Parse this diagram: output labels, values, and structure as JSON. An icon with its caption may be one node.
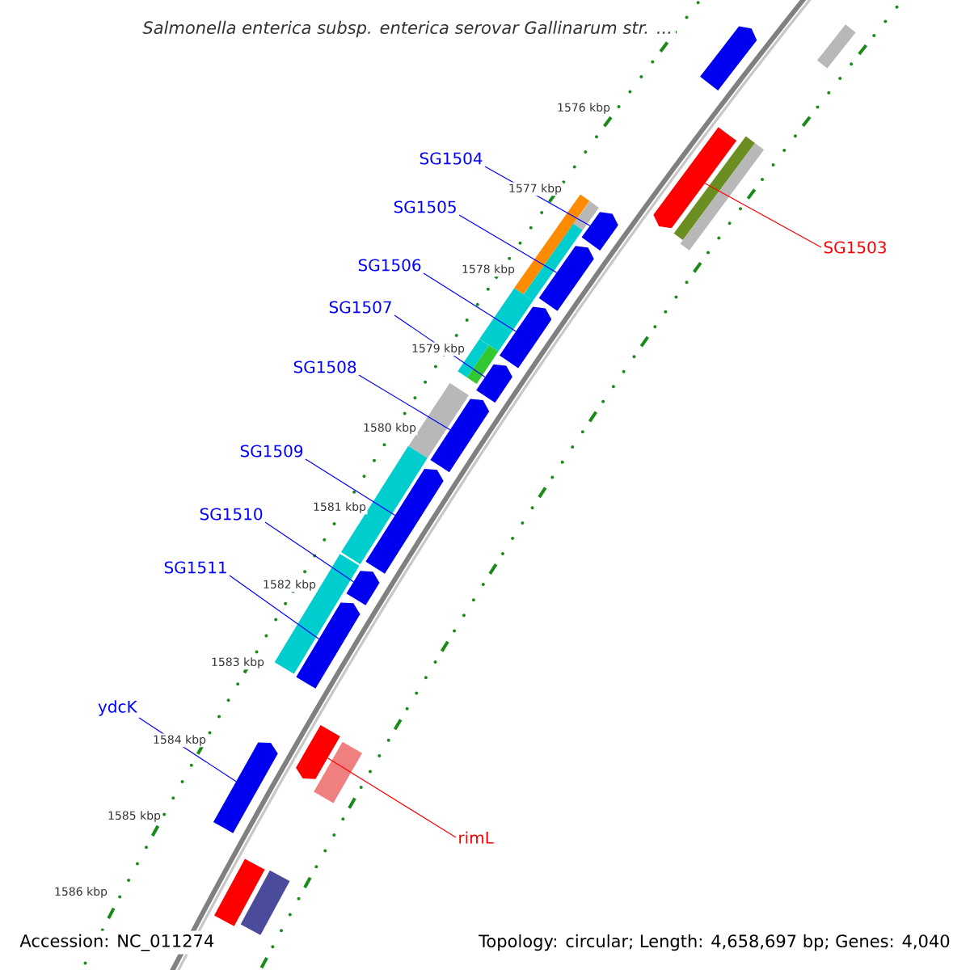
{
  "diagram": {
    "title": "Salmonella enterica subsp. enterica serovar Gallinarum str. ...",
    "nodes": [
      {
        "text": [
          "SG1504"
        ]
      },
      {
        "text": [
          "SG1505"
        ]
      },
      {
        "text": [
          "SG1503"
        ]
      },
      {
        "text": [
          "SG1506"
        ]
      },
      {
        "text": [
          "SG1507"
        ]
      },
      {
        "text": [
          "SG1508"
        ]
      },
      {
        "text": [
          "SG1509"
        ]
      },
      {
        "text": [
          "SG1510"
        ]
      },
      {
        "text": [
          "SG1511"
        ]
      },
      {
        "text": [
          "ydcK"
        ]
      },
      {
        "text": [
          "rimL"
        ]
      },
      {
        "text": [],
        "shape": "bar"
      },
      {
        "text": [],
        "shape": "bar"
      },
      {
        "text": [],
        "shape": "bar"
      },
      {
        "text": [],
        "shape": "bar"
      },
      {
        "text": [],
        "shape": "bar"
      },
      {
        "text": [],
        "shape": "bar"
      },
      {
        "text": [],
        "shape": "bar"
      },
      {
        "text": [],
        "shape": "bar"
      },
      {
        "text": [],
        "shape": "bar"
      },
      {
        "text": [],
        "shape": "bar"
      },
      {
        "text": [],
        "shape": "bar"
      },
      {
        "text": [],
        "shape": "bar"
      },
      {
        "text": [],
        "shape": "bar"
      },
      {
        "text": [],
        "shape": "bar"
      },
      {
        "text": [],
        "shape": "bar"
      },
      {
        "text": [],
        "shape": "bar"
      },
      {
        "text": [],
        "shape": "bar"
      },
      {
        "text": [],
        "shape": "bar"
      },
      {
        "text": [],
        "shape": "bar"
      },
      {
        "text": [],
        "shape": "bar"
      },
      {
        "text": [],
        "shape": "bar"
      },
      {
        "text": [],
        "shape": "bar"
      },
      {
        "text": [],
        "shape": "bar"
      },
      {
        "text": [],
        "shape": "bar"
      },
      {
        "text": [],
        "shape": "bar"
      },
      {
        "text": [],
        "shape": "bar"
      },
      {
        "text": [],
        "shape": "bar"
      }
    ],
    "edges": [
      {
        "from": 0,
        "to": 12,
        "arrow": "none"
      },
      {
        "from": 1,
        "to": 13,
        "arrow": "none"
      },
      {
        "from": 2,
        "to": 11,
        "arrow": "none",
        "color": "#ff0000"
      },
      {
        "from": 3,
        "to": 14,
        "arrow": "none"
      },
      {
        "from": 4,
        "to": 15,
        "arrow": "none"
      },
      {
        "from": 5,
        "to": 16,
        "arrow": "none"
      },
      {
        "from": 6,
        "to": 17,
        "arrow": "none"
      },
      {
        "from": 7,
        "to": 18,
        "arrow": "none"
      },
      {
        "from": 8,
        "to": 19,
        "arrow": "none"
      },
      {
        "from": 9,
        "to": 20,
        "arrow": "none"
      },
      {
        "from": 10,
        "to": 21,
        "arrow": "none",
        "color": "#ff0000"
      }
    ],
    "labels": [
      "1576 kbp",
      "1577 kbp",
      "1578 kbp",
      "1579 kbp",
      "1580 kbp",
      "1581 kbp",
      "1582 kbp",
      "1583 kbp",
      "1584 kbp",
      "1585 kbp",
      "1586 kbp",
      "Accession: NC_011274",
      "Topology: circular; Length: 4,658,697 bp; Genes: 4,040"
    ]
  }
}
